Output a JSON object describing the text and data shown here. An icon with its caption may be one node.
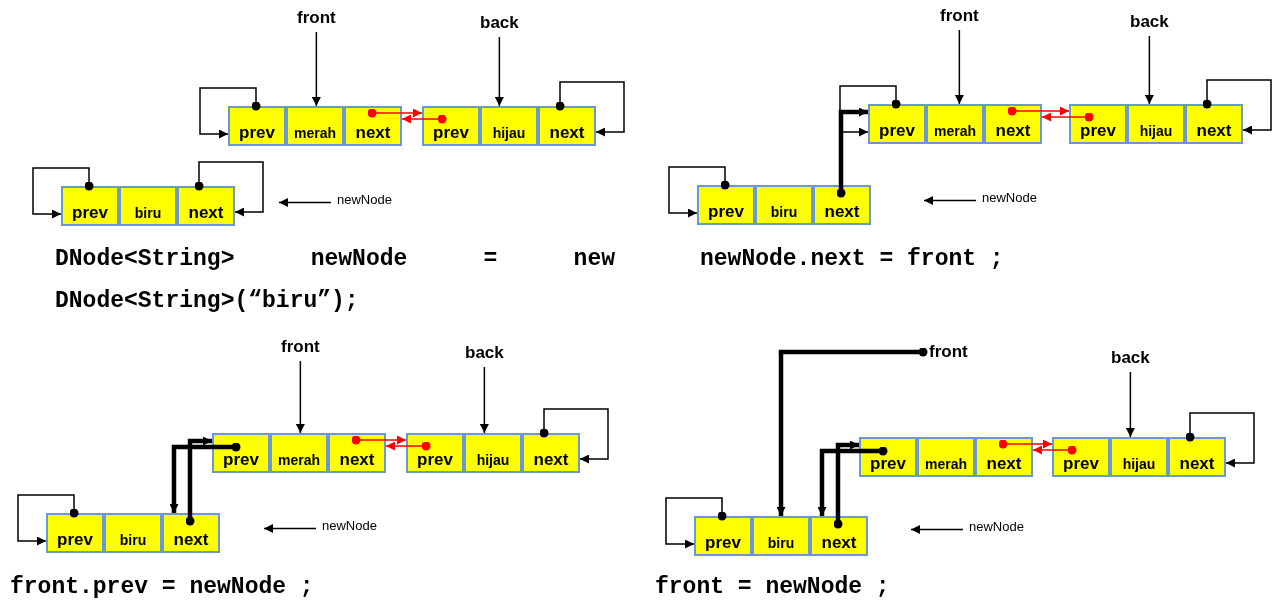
{
  "diagram": {
    "nodes": [
      {
        "text": [
          "front"
        ]
      },
      {
        "text": [
          "back"
        ]
      },
      {
        "text": [
          "newNode"
        ]
      },
      {
        "text": [
          "prev"
        ]
      },
      {
        "text": [
          "merah"
        ]
      },
      {
        "text": [
          "next"
        ]
      },
      {
        "text": [
          "prev"
        ]
      },
      {
        "text": [
          "hijau"
        ]
      },
      {
        "text": [
          "next"
        ]
      },
      {
        "text": [
          "prev"
        ]
      },
      {
        "text": [
          "biru"
        ]
      },
      {
        "text": [
          "next"
        ]
      },
      {
        "text": [
          "front"
        ]
      },
      {
        "text": [
          "back"
        ]
      },
      {
        "text": [
          "newNode"
        ]
      },
      {
        "text": [
          "prev"
        ]
      },
      {
        "text": [
          "merah"
        ]
      },
      {
        "text": [
          "next"
        ]
      },
      {
        "text": [
          "prev"
        ]
      },
      {
        "text": [
          "hijau"
        ]
      },
      {
        "text": [
          "next"
        ]
      },
      {
        "text": [
          "prev"
        ]
      },
      {
        "text": [
          "biru"
        ]
      },
      {
        "text": [
          "next"
        ]
      },
      {
        "text": [
          "front"
        ]
      },
      {
        "text": [
          "back"
        ]
      },
      {
        "text": [
          "newNode"
        ]
      },
      {
        "text": [
          "prev"
        ]
      },
      {
        "text": [
          "merah"
        ]
      },
      {
        "text": [
          "next"
        ]
      },
      {
        "text": [
          "prev"
        ]
      },
      {
        "text": [
          "hijau"
        ]
      },
      {
        "text": [
          "next"
        ]
      },
      {
        "text": [
          "prev"
        ]
      },
      {
        "text": [
          "biru"
        ]
      },
      {
        "text": [
          "next"
        ]
      },
      {
        "text": [
          "front"
        ]
      },
      {
        "text": [
          "back"
        ]
      },
      {
        "text": [
          "newNode"
        ]
      },
      {
        "text": [
          "prev"
        ]
      },
      {
        "text": [
          "merah"
        ]
      },
      {
        "text": [
          "next"
        ]
      },
      {
        "text": [
          "prev"
        ]
      },
      {
        "text": [
          "hijau"
        ]
      },
      {
        "text": [
          "next"
        ]
      },
      {
        "text": [
          "prev"
        ]
      },
      {
        "text": [
          "biru"
        ]
      },
      {
        "text": [
          "next"
        ]
      }
    ],
    "edges": [
      {
        "from": 0,
        "to": 4,
        "arrow": "to"
      },
      {
        "from": 1,
        "to": 7,
        "arrow": "to"
      },
      {
        "from": 2,
        "to": null,
        "arrow": "to"
      },
      {
        "from": 3,
        "to": 3,
        "arrow": "to"
      },
      {
        "from": 5,
        "to": 6,
        "arrow": "to",
        "color": "#ff0000"
      },
      {
        "from": 6,
        "to": 5,
        "arrow": "to",
        "color": "#ff0000"
      },
      {
        "from": 8,
        "to": 8,
        "arrow": "to"
      },
      {
        "from": 9,
        "to": 9,
        "arrow": "to"
      },
      {
        "from": 11,
        "to": 11,
        "arrow": "to"
      },
      {
        "from": 12,
        "to": 16,
        "arrow": "to"
      },
      {
        "from": 13,
        "to": 19,
        "arrow": "to"
      },
      {
        "from": 14,
        "to": null,
        "arrow": "to"
      },
      {
        "from": 15,
        "to": 15,
        "arrow": "to"
      },
      {
        "from": 17,
        "to": 18,
        "arrow": "to",
        "color": "#ff0000"
      },
      {
        "from": 18,
        "to": 17,
        "arrow": "to",
        "color": "#ff0000"
      },
      {
        "from": 20,
        "to": 20,
        "arrow": "to"
      },
      {
        "from": 21,
        "to": 21,
        "arrow": "to"
      },
      {
        "from": 23,
        "to": 15,
        "arrow": "to",
        "style": "thick"
      },
      {
        "from": 24,
        "to": 28,
        "arrow": "to"
      },
      {
        "from": 25,
        "to": 31,
        "arrow": "to"
      },
      {
        "from": 26,
        "to": null,
        "arrow": "to"
      },
      {
        "from": 29,
        "to": 30,
        "arrow": "to",
        "color": "#ff0000"
      },
      {
        "from": 30,
        "to": 29,
        "arrow": "to",
        "color": "#ff0000"
      },
      {
        "from": 32,
        "to": 32,
        "arrow": "to"
      },
      {
        "from": 33,
        "to": 33,
        "arrow": "to"
      },
      {
        "from": 35,
        "to": 27,
        "arrow": "to",
        "style": "thick"
      },
      {
        "from": 27,
        "to": 35,
        "arrow": "to",
        "style": "thick"
      },
      {
        "from": 36,
        "to": 46,
        "arrow": "to",
        "style": "thick"
      },
      {
        "from": 37,
        "to": 43,
        "arrow": "to"
      },
      {
        "from": 38,
        "to": null,
        "arrow": "to"
      },
      {
        "from": 41,
        "to": 42,
        "arrow": "to",
        "color": "#ff0000"
      },
      {
        "from": 42,
        "to": 41,
        "arrow": "to",
        "color": "#ff0000"
      },
      {
        "from": 44,
        "to": 44,
        "arrow": "to"
      },
      {
        "from": 45,
        "to": 45,
        "arrow": "to"
      },
      {
        "from": 47,
        "to": 39,
        "arrow": "to",
        "style": "thick"
      },
      {
        "from": 39,
        "to": 47,
        "arrow": "to",
        "style": "thick"
      }
    ],
    "labels": [
      "DNode<String> newNode = new DNode<String>(“biru”);",
      "newNode.next = front ;",
      "front.prev = newNode ;",
      "front = newNode ;"
    ]
  }
}
